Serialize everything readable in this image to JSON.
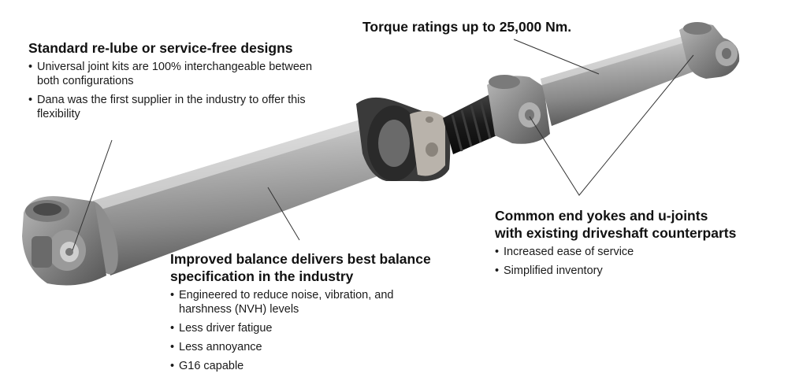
{
  "callouts": {
    "relube": {
      "title": "Standard re-lube or service-free designs",
      "bullets": [
        "Universal joint kits are 100% interchangeable between both configurations",
        "Dana was the first supplier in the industry to offer this flexibility"
      ]
    },
    "torque": {
      "title": "Torque ratings up to 25,000 Nm."
    },
    "yokes": {
      "title_line1": "Common end yokes and u-joints",
      "title_line2": "with existing driveshaft counterparts",
      "bullets": [
        "Increased ease of service",
        "Simplified inventory"
      ]
    },
    "balance": {
      "title_line1": "Improved balance delivers best balance",
      "title_line2": "specification in the industry",
      "bullets": [
        "Engineered to reduce noise, vibration, and harshness (NVH) levels",
        "Less driver fatigue",
        "Less annoyance",
        "G16 capable"
      ]
    }
  },
  "colors": {
    "tube_light": "#c4c4c4",
    "tube_mid": "#9c9c9c",
    "tube_dark": "#5e5e5e",
    "boot": "#1c1c1c",
    "leader_line": "#333333"
  }
}
